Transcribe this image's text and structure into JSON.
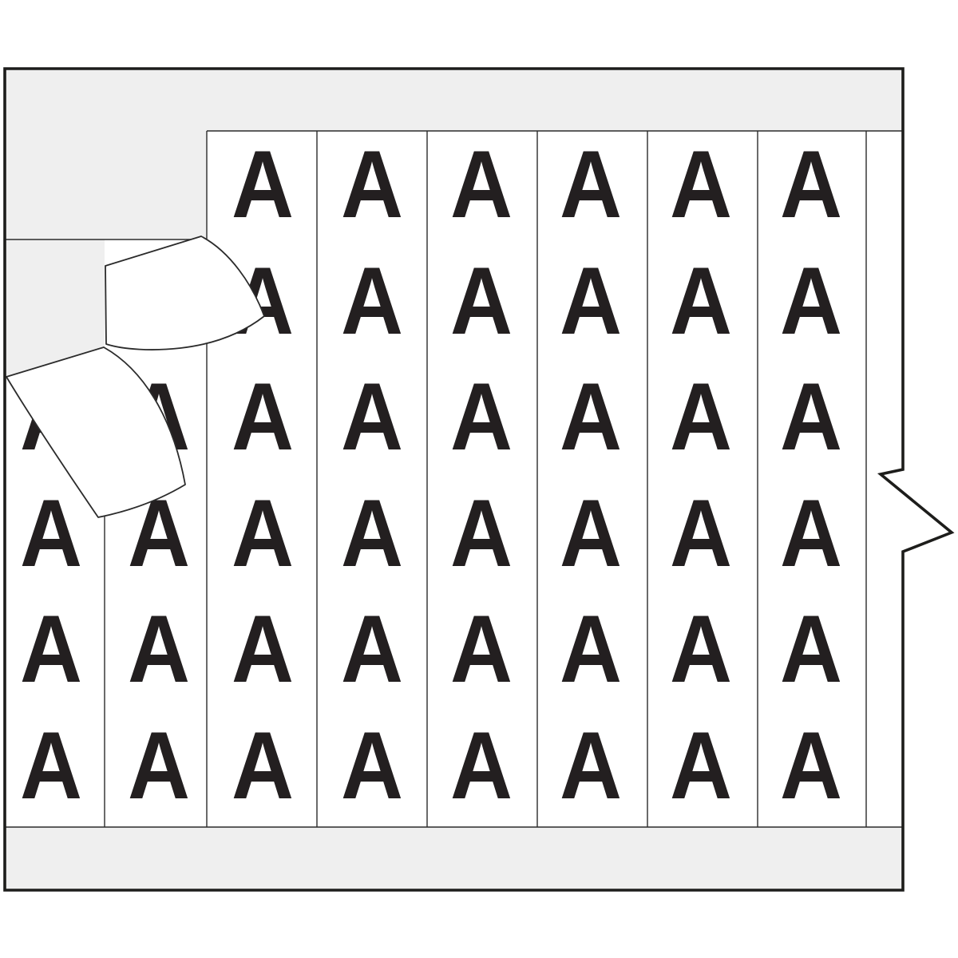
{
  "image_type": "product line illustration",
  "subject": "Card of identical pre-printed wire marker labels with two blank labels peeling off",
  "letter": "A",
  "letter_color": "#231f20",
  "card": {
    "background_color": "#efefef",
    "label_background_color": "#ffffff",
    "outline_color": "#1d1d1b"
  },
  "grid": {
    "rows": 6,
    "total_visible_letters": 45,
    "columns": [
      {
        "name": "column-1",
        "visible_letter_rows": [
          3,
          4,
          5,
          6
        ],
        "note": "top labels removed, liner exposed, row 3 letter partly hidden by peeling label"
      },
      {
        "name": "column-2",
        "visible_letter_rows": [
          2,
          3,
          4,
          5,
          6
        ],
        "note": "top label removed, row 2 letter partly hidden by curled label"
      },
      {
        "name": "column-3",
        "visible_letter_rows": [
          1,
          2,
          3,
          4,
          5,
          6
        ]
      },
      {
        "name": "column-4",
        "visible_letter_rows": [
          1,
          2,
          3,
          4,
          5,
          6
        ]
      },
      {
        "name": "column-5",
        "visible_letter_rows": [
          1,
          2,
          3,
          4,
          5,
          6
        ]
      },
      {
        "name": "column-6",
        "visible_letter_rows": [
          1,
          2,
          3,
          4,
          5,
          6
        ]
      },
      {
        "name": "column-7",
        "visible_letter_rows": [
          1,
          2,
          3,
          4,
          5,
          6
        ]
      },
      {
        "name": "column-8",
        "visible_letter_rows": [
          1,
          2,
          3,
          4,
          5,
          6
        ]
      },
      {
        "name": "column-9-partial",
        "visible_letter_rows": []
      }
    ]
  },
  "peeled_labels": [
    {
      "name": "peeled-label-1",
      "appearance": "blank white label curled over, hovering above columns 2 and 3"
    },
    {
      "name": "peeled-label-2",
      "appearance": "blank white label curling up from column 1"
    }
  ],
  "right_edge_tab": {
    "shape": "arrow notch pointing right on card right edge"
  }
}
